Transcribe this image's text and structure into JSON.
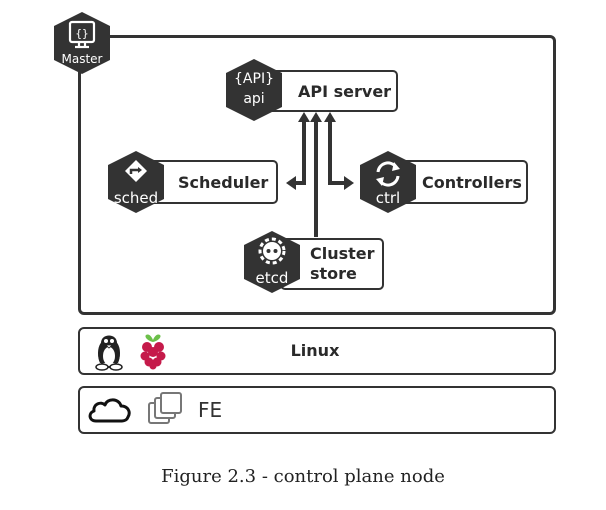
{
  "master": {
    "badge_label": "Master",
    "api_server": {
      "icon_top": "{API}",
      "icon_bottom": "api",
      "label": "API server"
    },
    "scheduler": {
      "icon_label": "sched",
      "label": "Scheduler"
    },
    "controllers": {
      "icon_label": "ctrl",
      "label": "Controllers"
    },
    "cluster_store": {
      "icon_label": "etcd",
      "label_line1": "Cluster",
      "label_line2": "store"
    }
  },
  "os_layer": {
    "label": "Linux"
  },
  "infra_layer": {
    "label": "FE"
  },
  "caption": "Figure 2.3 - control plane node",
  "colors": {
    "hex_fill": "#333333",
    "border": "#333333",
    "background": "#ffffff"
  }
}
